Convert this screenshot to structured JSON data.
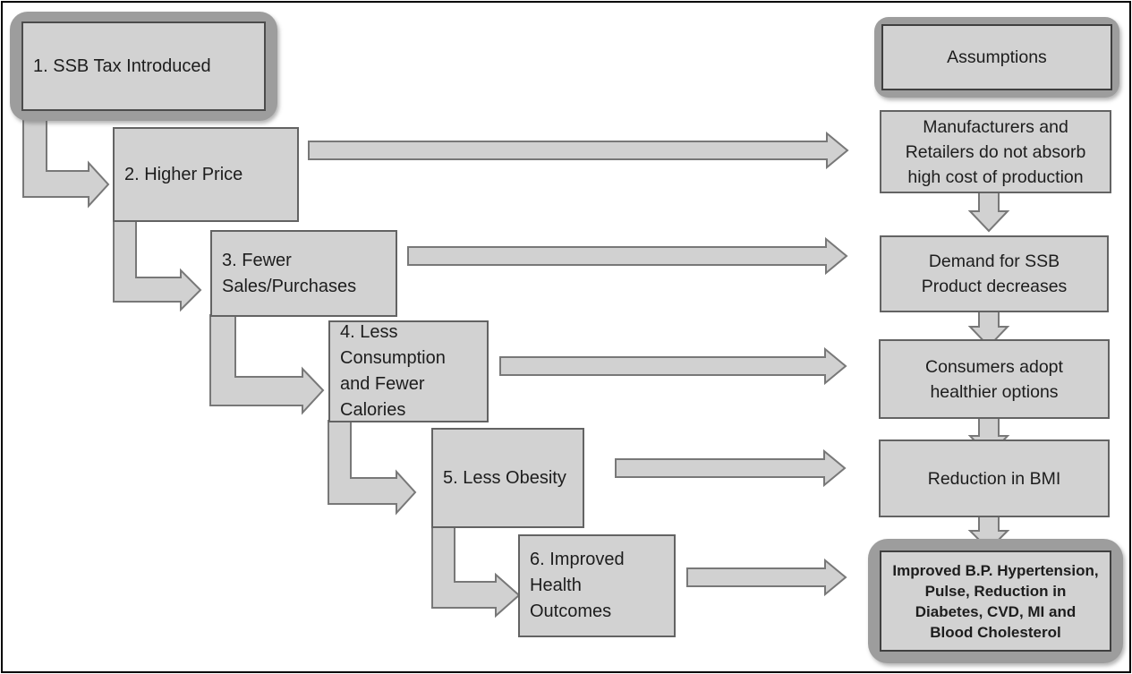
{
  "title": "SSB tax logic model diagram",
  "colors": {
    "box_fill": "#d2d2d2",
    "box_border": "#636363",
    "halo_border": "#9d9d9d",
    "arrow_fill": "#d1d1d1",
    "arrow_border": "#787878",
    "text": "#1d1d1d",
    "frame": "#000000"
  },
  "flow_steps": [
    {
      "label": "1. SSB Tax Introduced"
    },
    {
      "label": "2. Higher Price"
    },
    {
      "label": "3. Fewer\nSales/Purchases"
    },
    {
      "label": "4. Less\nConsumption\nand Fewer\nCalories"
    },
    {
      "label": "5. Less Obesity"
    },
    {
      "label": "6. Improved\nHealth\nOutcomes"
    }
  ],
  "assumptions": {
    "header": "Assumptions",
    "items": [
      {
        "label": "Manufacturers and\nRetailers do not absorb\nhigh cost of production"
      },
      {
        "label": "Demand for SSB\nProduct decreases"
      },
      {
        "label": "Consumers adopt\nhealthier options"
      },
      {
        "label": "Reduction in BMI"
      },
      {
        "label": "Improved B.P. Hypertension,\nPulse, Reduction in\nDiabetes, CVD, MI and\nBlood Cholesterol"
      }
    ]
  }
}
